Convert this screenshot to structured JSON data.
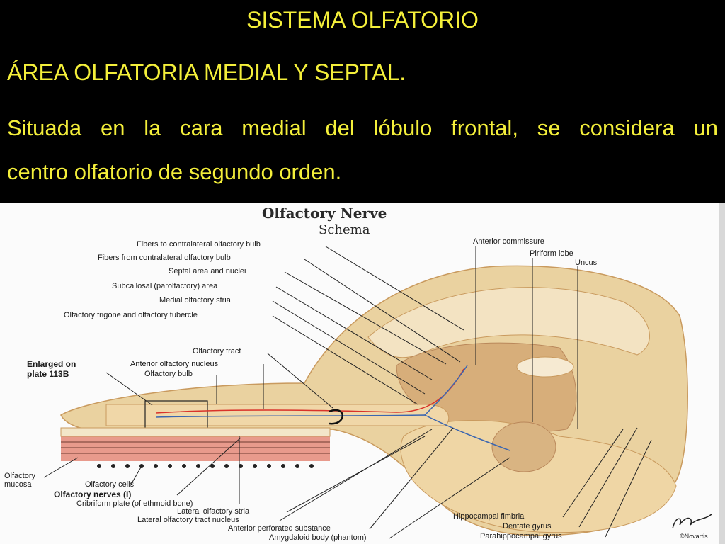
{
  "slide": {
    "title": "SISTEMA OLFATORIO",
    "subtitle": "ÁREA OLFATORIA MEDIAL Y SEPTAL.",
    "body_line1": "Situada en la cara medial del lóbulo frontal, se considera un",
    "body_line2": "centro olfatorio de segundo orden."
  },
  "diagram": {
    "title": "Olfactory Nerve",
    "subtitle": "Schema",
    "labels": {
      "fibers_to": "Fibers to contralateral olfactory bulb",
      "fibers_from": "Fibers from contralateral olfactory bulb",
      "septal": "Septal area and nuclei",
      "subcallosal": "Subcallosal (parolfactory) area",
      "medial_stria": "Medial olfactory stria",
      "trigone": "Olfactory trigone and olfactory tubercle",
      "anterior_commissure": "Anterior commissure",
      "piriform": "Piriform lobe",
      "uncus": "Uncus",
      "enlarged_1": "Enlarged on",
      "enlarged_2": "plate 113B",
      "tract": "Olfactory tract",
      "ant_nucleus": "Anterior olfactory nucleus",
      "bulb": "Olfactory bulb",
      "mucosa_1": "Olfactory",
      "mucosa_2": "mucosa",
      "cells": "Olfactory cells",
      "nerves": "Olfactory nerves (I)",
      "cribriform": "Cribriform plate (of ethmoid bone)",
      "lateral_stria": "Lateral olfactory stria",
      "lateral_tract_nucleus": "Lateral olfactory tract nucleus",
      "perforated": "Anterior perforated substance",
      "amygdaloid": "Amygdaloid body (phantom)",
      "fimbria": "Hippocampal fimbria",
      "dentate": "Dentate gyrus",
      "parahippocampal": "Parahippocampal gyrus",
      "copyright": "©Novartis"
    },
    "colors": {
      "brain": "#e9cf9e",
      "brain_dark": "#cfa36c",
      "mucosa": "#e89a8c",
      "fiber_red": "#d9322a",
      "fiber_blue": "#3b66b0"
    }
  }
}
